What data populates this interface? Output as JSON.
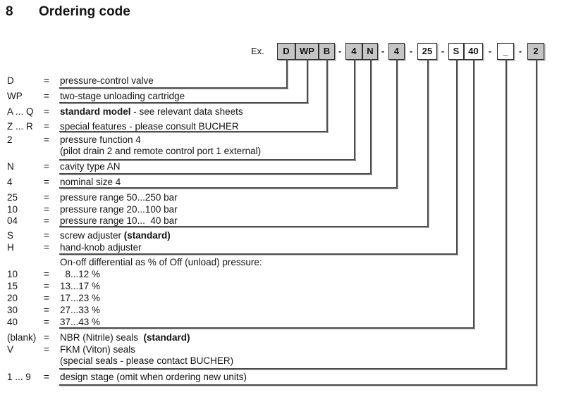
{
  "title": {
    "number": "8",
    "text": "Ordering code"
  },
  "example": {
    "label": "Ex.",
    "dash": "-",
    "boxes": [
      {
        "text": "D",
        "fill": "gray"
      },
      {
        "text": "WP",
        "fill": "gray"
      },
      {
        "text": "B",
        "fill": "gray"
      },
      {
        "text": "4",
        "fill": "gray"
      },
      {
        "text": "N",
        "fill": "gray"
      },
      {
        "text": "4",
        "fill": "gray"
      },
      {
        "text": "25",
        "fill": "white"
      },
      {
        "text": "S",
        "fill": "white"
      },
      {
        "text": "40",
        "fill": "white"
      },
      {
        "text": "_",
        "fill": "white"
      },
      {
        "text": "2",
        "fill": "gray"
      }
    ]
  },
  "colors": {
    "box_gray": "#c5c5c5",
    "box_white": "#ffffff",
    "line": "#4d4d4d",
    "text": "#141414"
  },
  "rows": [
    {
      "code": "D",
      "eq": "=",
      "pre": "pressure-control valve"
    },
    {
      "code": "WP",
      "eq": "=",
      "pre": "two-stage unloading cartridge"
    },
    {
      "code": "A ... Q",
      "eq": "=",
      "bold": "standard model",
      "post": " - see relevant data sheets"
    },
    {
      "code": "Z ... R",
      "eq": "=",
      "pre": "special features - please consult BUCHER"
    },
    {
      "code": "2",
      "eq": "=",
      "pre": "pressure function 4",
      "line2": "(pilot drain 2 and remote control port 1 external)"
    },
    {
      "code": "N",
      "eq": "=",
      "pre": "cavity type AN"
    },
    {
      "code": "4",
      "eq": "=",
      "pre": "nominal size 4"
    },
    {
      "code": "25",
      "eq": "=",
      "pre": "pressure range 50...250 bar"
    },
    {
      "code": "10",
      "eq": "=",
      "pre": "pressure range 20...100 bar"
    },
    {
      "code": "04",
      "eq": "=",
      "pre": "pressure range 10...  40 bar"
    },
    {
      "code": "S",
      "eq": "=",
      "pre": "screw adjuster ",
      "bold": "(standard)"
    },
    {
      "code": "H",
      "eq": "=",
      "pre": "hand-knob adjuster"
    },
    {
      "code": "",
      "eq": "",
      "pre": "On-off differential as % of Off (unload) pressure:"
    },
    {
      "code": "10",
      "eq": "=",
      "pre": "  8...12 %"
    },
    {
      "code": "15",
      "eq": "=",
      "pre": "13...17 %"
    },
    {
      "code": "20",
      "eq": "=",
      "pre": "17...23 %"
    },
    {
      "code": "30",
      "eq": "=",
      "pre": "27...33 %"
    },
    {
      "code": "40",
      "eq": "=",
      "pre": "37...43 %"
    },
    {
      "code": "(blank)",
      "eq": "=",
      "pre": "NBR (Nitrile) seals  ",
      "bold": "(standard)"
    },
    {
      "code": "V",
      "eq": "=",
      "pre": "FKM (Viton) seals",
      "line2": "(special seals - please contact BUCHER)"
    },
    {
      "code": "1 ... 9",
      "eq": "=",
      "pre": "design stage (omit when ordering new units)"
    }
  ]
}
